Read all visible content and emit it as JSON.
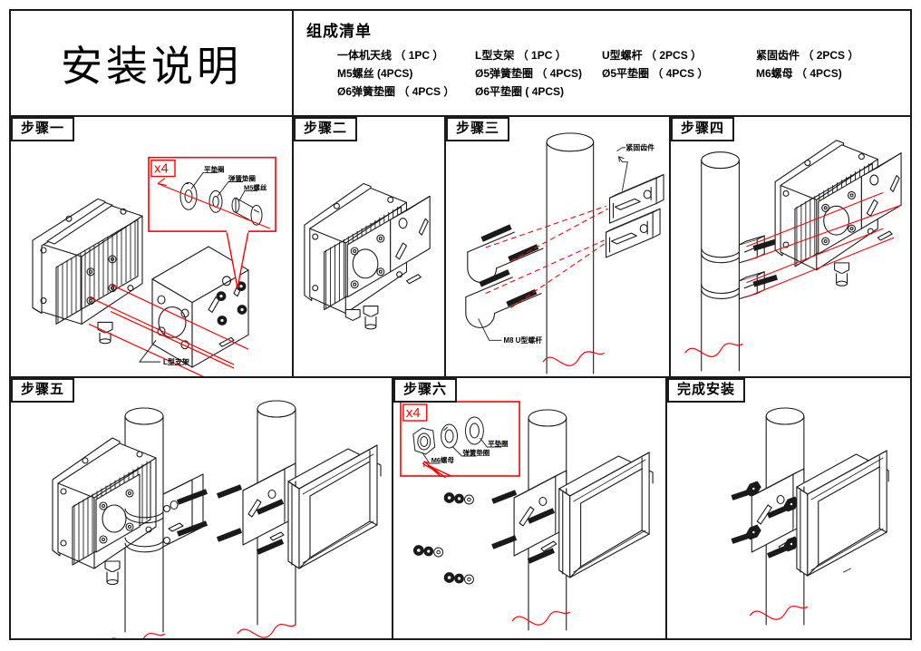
{
  "document": {
    "title": "安装说明",
    "parts_list": {
      "heading": "组成清单",
      "rows": [
        [
          {
            "name": "一体机天线",
            "qty": "（ 1PC ）"
          },
          {
            "name": "L型支架",
            "qty": "（ 1PC ）"
          },
          {
            "name": "U型螺杆",
            "qty": "（ 2PCS ）"
          },
          {
            "name": "紧固齿件",
            "qty": "（ 2PCS ）"
          }
        ],
        [
          {
            "name": "M5螺丝",
            "qty": "(4PCS)"
          },
          {
            "name": "Ø5弹簧垫圈",
            "qty": "（ 4PCS)"
          },
          {
            "name": "Ø5平垫圈",
            "qty": "（ 4PCS ）"
          },
          {
            "name": "M6螺母",
            "qty": "（ 4PCS)"
          }
        ],
        [
          {
            "name": "Ø6弹簧垫圈",
            "qty": "（ 4PCS ）"
          },
          {
            "name": "Ø6平垫圈",
            "qty": "( 4PCS)"
          }
        ]
      ]
    }
  },
  "steps": {
    "step1": {
      "label": "步骤一",
      "callout_multiplier": "x4",
      "callout_labels": {
        "flat_washer": "平垫圈",
        "spring_washer": "弹簧垫圈",
        "screw": "M5螺丝"
      },
      "bracket_label": "L型支架"
    },
    "step2": {
      "label": "步骤二"
    },
    "step3": {
      "label": "步骤三",
      "tooth_label": "紧固齿件",
      "ubolt_label": "M8  U型螺杆"
    },
    "step4": {
      "label": "步骤四"
    },
    "step5": {
      "label": "步骤五"
    },
    "step6": {
      "label": "步骤六",
      "callout_multiplier": "x4",
      "callout_labels": {
        "flat_washer": "平垫圈",
        "spring_washer": "弹簧垫圈",
        "nut": "M6螺母"
      }
    },
    "finish": {
      "label": "完成安装"
    }
  },
  "colors": {
    "line": "#1a1a1a",
    "accent_red": "#ff0000",
    "fill": "#ffffff"
  }
}
